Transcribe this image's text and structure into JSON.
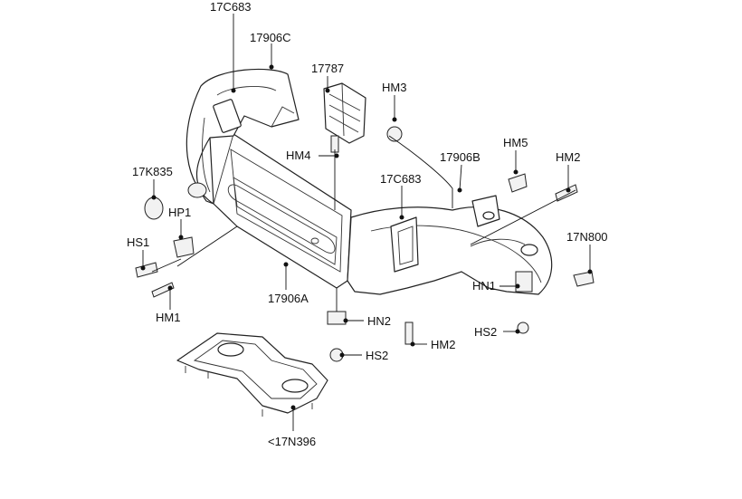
{
  "labels": {
    "p17c683_top": "17C683",
    "p17906c": "17906C",
    "p17787": "17787",
    "hm3": "HM3",
    "hm4": "HM4",
    "p17k835": "17K835",
    "p17906b": "17906B",
    "hm5": "HM5",
    "hm2_right": "HM2",
    "p17c683_mid": "17C683",
    "hp1": "HP1",
    "hs1": "HS1",
    "p17n800": "17N800",
    "hn1": "HN1",
    "hm1": "HM1",
    "p17906a": "17906A",
    "hn2": "HN2",
    "hm2_bottom": "HM2",
    "hs2_right": "HS2",
    "hs2_bottom": "HS2",
    "p17n396": "<17N396"
  }
}
